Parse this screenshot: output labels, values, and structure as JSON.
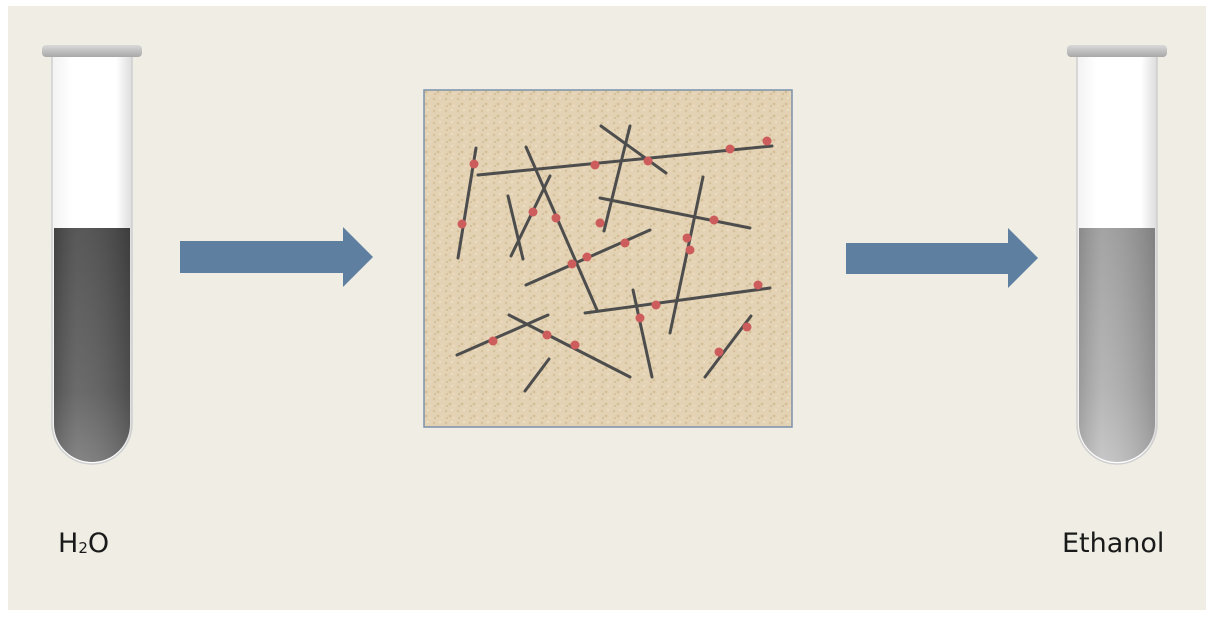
{
  "diagram": {
    "left_tube": {
      "label_prefix": "H",
      "label_subscript": "2",
      "label_suffix": "O",
      "liquid_color": "#5a5a5a"
    },
    "right_tube": {
      "label": "Ethanol",
      "liquid_color": "#a9a9a9"
    },
    "arrow_color": "#5f7fa0",
    "fiber_color": "#4d4d4d",
    "particle_color": "#cd5c5c",
    "matrix_color": "#e3d2b3"
  }
}
